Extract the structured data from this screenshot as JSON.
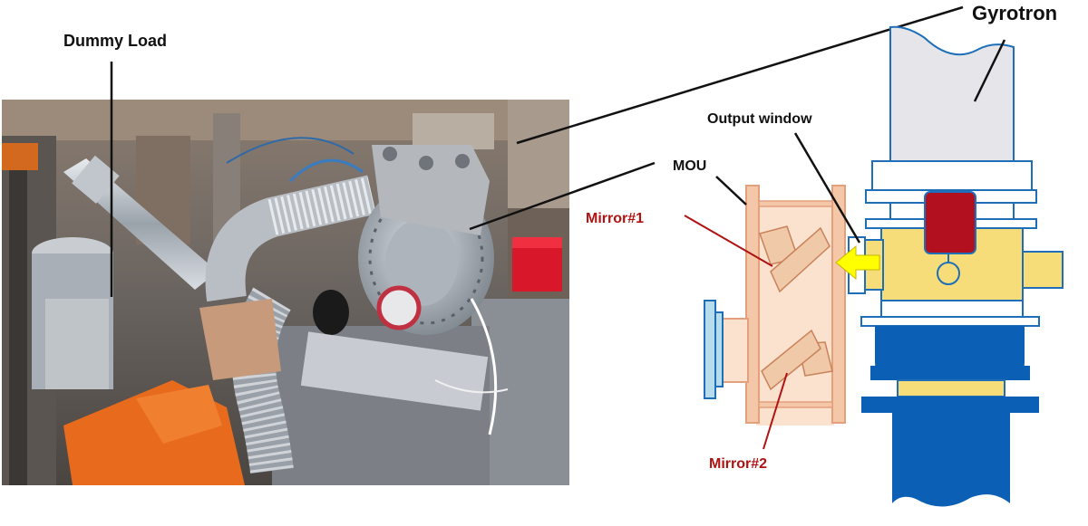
{
  "labels": {
    "dummy_load": "Dummy Load",
    "gyrotron": "Gyrotron",
    "output_window": "Output window",
    "mou": "MOU",
    "mirror1": "Mirror#1",
    "mirror2": "Mirror#2"
  },
  "colors": {
    "label_text": "#111111",
    "mirror_label": "#b01212",
    "gyrotron_body": "#e6e6ea",
    "gyrotron_outline": "#1f6fb8",
    "gyrotron_yellow": "#f7dd7a",
    "gyrotron_blue": "#0b5fb5",
    "gyrotron_red": "#b2101f",
    "mou_fill": "#fbe2cf",
    "mou_frame": "#e4a07d",
    "mirror_fill": "#efc9a8",
    "arrow": "#ffff00"
  }
}
